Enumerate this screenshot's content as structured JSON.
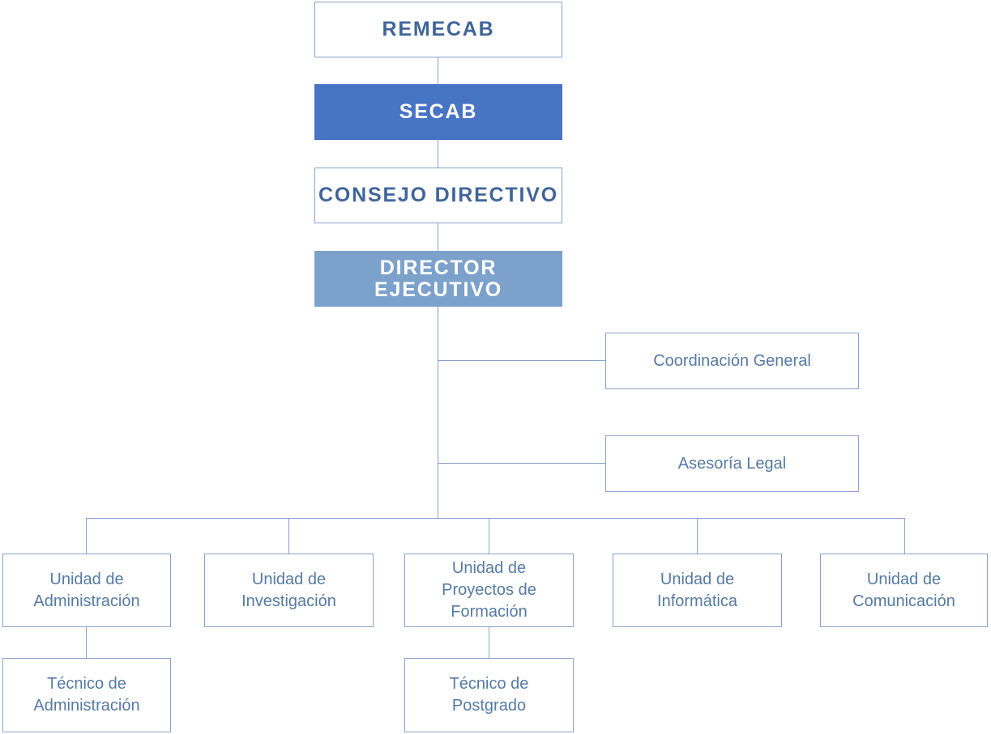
{
  "chart_title": "",
  "diagram_type": "org-chart",
  "colors": {
    "accent_dark": "#4874c4",
    "accent_light": "#7ca2cc",
    "line": "#8aa0cf",
    "header_text": "#40659a",
    "body_text": "#567aa3",
    "background": "#ffffff"
  },
  "nodes": {
    "remecab": {
      "label": "REMECAB",
      "level": 1,
      "style": "outlined-header"
    },
    "secab": {
      "label": "SECAB",
      "level": 2,
      "style": "filled-dark-header"
    },
    "consejo": {
      "label": "CONSEJO DIRECTIVO",
      "level": 3,
      "style": "outlined-header"
    },
    "director": {
      "label": "DIRECTOR EJECUTIVO",
      "level": 4,
      "style": "filled-light-header"
    },
    "coordinacion": {
      "label": "Coordinación General",
      "level": 5,
      "style": "outlined",
      "parent": "director"
    },
    "asesoria": {
      "label": "Asesoría Legal",
      "level": 5,
      "style": "outlined",
      "parent": "director"
    },
    "u_admin": {
      "label": "Unidad de\nAdministración",
      "level": 6,
      "style": "outlined",
      "parent": "director"
    },
    "u_invest": {
      "label": "Unidad de\nInvestigación",
      "level": 6,
      "style": "outlined",
      "parent": "director"
    },
    "u_proyectos": {
      "label": "Unidad de\nProyectos de\nFormación",
      "level": 6,
      "style": "outlined",
      "parent": "director"
    },
    "u_inform": {
      "label": "Unidad de\nInformática",
      "level": 6,
      "style": "outlined",
      "parent": "director"
    },
    "u_comun": {
      "label": "Unidad de\nComunicación",
      "level": 6,
      "style": "outlined",
      "parent": "director"
    },
    "t_admin": {
      "label": "Técnico de\nAdministración",
      "level": 7,
      "style": "outlined",
      "parent": "u_admin"
    },
    "t_postgrado": {
      "label": "Técnico de\nPostgrado",
      "level": 7,
      "style": "outlined",
      "parent": "u_proyectos"
    }
  }
}
